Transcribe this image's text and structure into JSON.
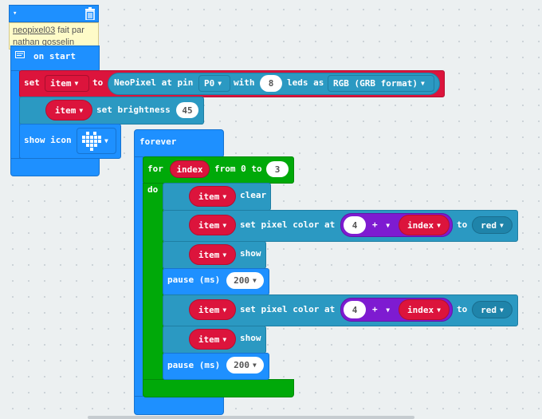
{
  "comment": {
    "line1_a": "neopixel03",
    "line1_b": " fait par",
    "line2_a": "nathan",
    "line2_b": "gosselin"
  },
  "on_start": {
    "label": "on start",
    "set_label": "set",
    "set_var": "item",
    "to_label": "to",
    "neopixel_text": "NeoPixel at pin",
    "pin": "P0",
    "with_label": "with",
    "led_count": "8",
    "leds_as_label": "leds as",
    "format": "RGB (GRB format)",
    "brightness_var": "item",
    "set_brightness_label": "set brightness",
    "brightness_value": "45",
    "show_icon_label": "show icon",
    "icon_name": "heart-icon"
  },
  "forever": {
    "label": "forever",
    "for_label": "for",
    "loop_var": "index",
    "from_to_label": "from 0 to",
    "loop_end": "3",
    "do_label": "do",
    "clear": {
      "var": "item",
      "label": "clear"
    },
    "set_pixel_1": {
      "var": "item",
      "label": "set pixel color at",
      "number": "4",
      "op": "+",
      "index_var": "index",
      "to_label": "to",
      "color": "red"
    },
    "show_1": {
      "var": "item",
      "label": "show"
    },
    "pause_1": {
      "label": "pause (ms)",
      "value": "200"
    },
    "set_pixel_2": {
      "var": "item",
      "label": "set pixel color at",
      "number": "4",
      "op": "+",
      "index_var": "index",
      "to_label": "to",
      "color": "red"
    },
    "show_2": {
      "var": "item",
      "label": "show"
    },
    "pause_2": {
      "label": "pause (ms)",
      "value": "200"
    }
  },
  "colors": {
    "workspace": "#ecf0f1",
    "basic_blue": "#1e90ff",
    "variables_red": "#dc143c",
    "neopixel_teal": "#2b99c2",
    "loops_green": "#00a909",
    "math_purple": "#7e1bd1",
    "comment_yellow": "#fefbc8"
  }
}
